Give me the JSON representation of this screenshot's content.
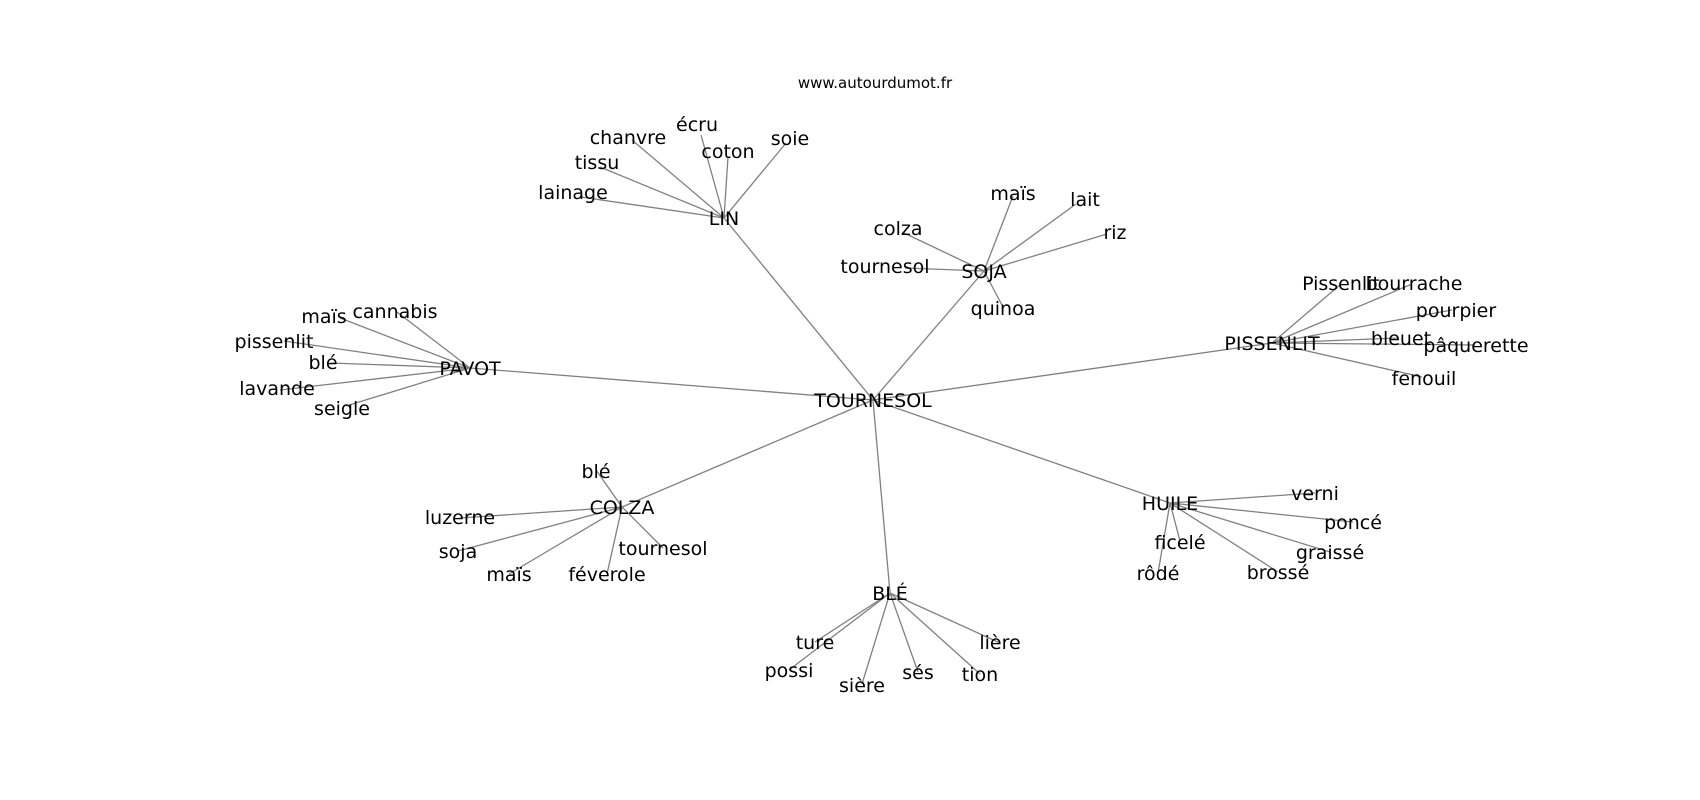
{
  "site": "www.autourdumot.fr",
  "root": "TOURNESOL",
  "hubs": {
    "lin": {
      "label": "LIN",
      "words": [
        "écru",
        "chanvre",
        "coton",
        "soie",
        "tissu",
        "lainage"
      ]
    },
    "soja": {
      "label": "SOJA",
      "words": [
        "maïs",
        "lait",
        "colza",
        "riz",
        "tournesol",
        "quinoa"
      ]
    },
    "pavot": {
      "label": "PAVOT",
      "words": [
        "cannabis",
        "maïs",
        "pissenlit",
        "blé",
        "lavande",
        "seigle"
      ]
    },
    "pissenlit": {
      "label": "PISSENLIT",
      "words": [
        "Pissenlit",
        "bourrache",
        "pourpier",
        "bleuet",
        "pâquerette",
        "fenouil"
      ]
    },
    "colza": {
      "label": "COLZA",
      "words": [
        "blé",
        "luzerne",
        "tournesol",
        "soja",
        "maïs",
        "féverole"
      ]
    },
    "huile": {
      "label": "HUILE",
      "words": [
        "verni",
        "poncé",
        "ficelé",
        "graissé",
        "rôdé",
        "brossé"
      ]
    },
    "ble": {
      "label": "BLÉ",
      "words": [
        "ture",
        "lière",
        "possi",
        "sés",
        "sière",
        "tion"
      ]
    }
  }
}
